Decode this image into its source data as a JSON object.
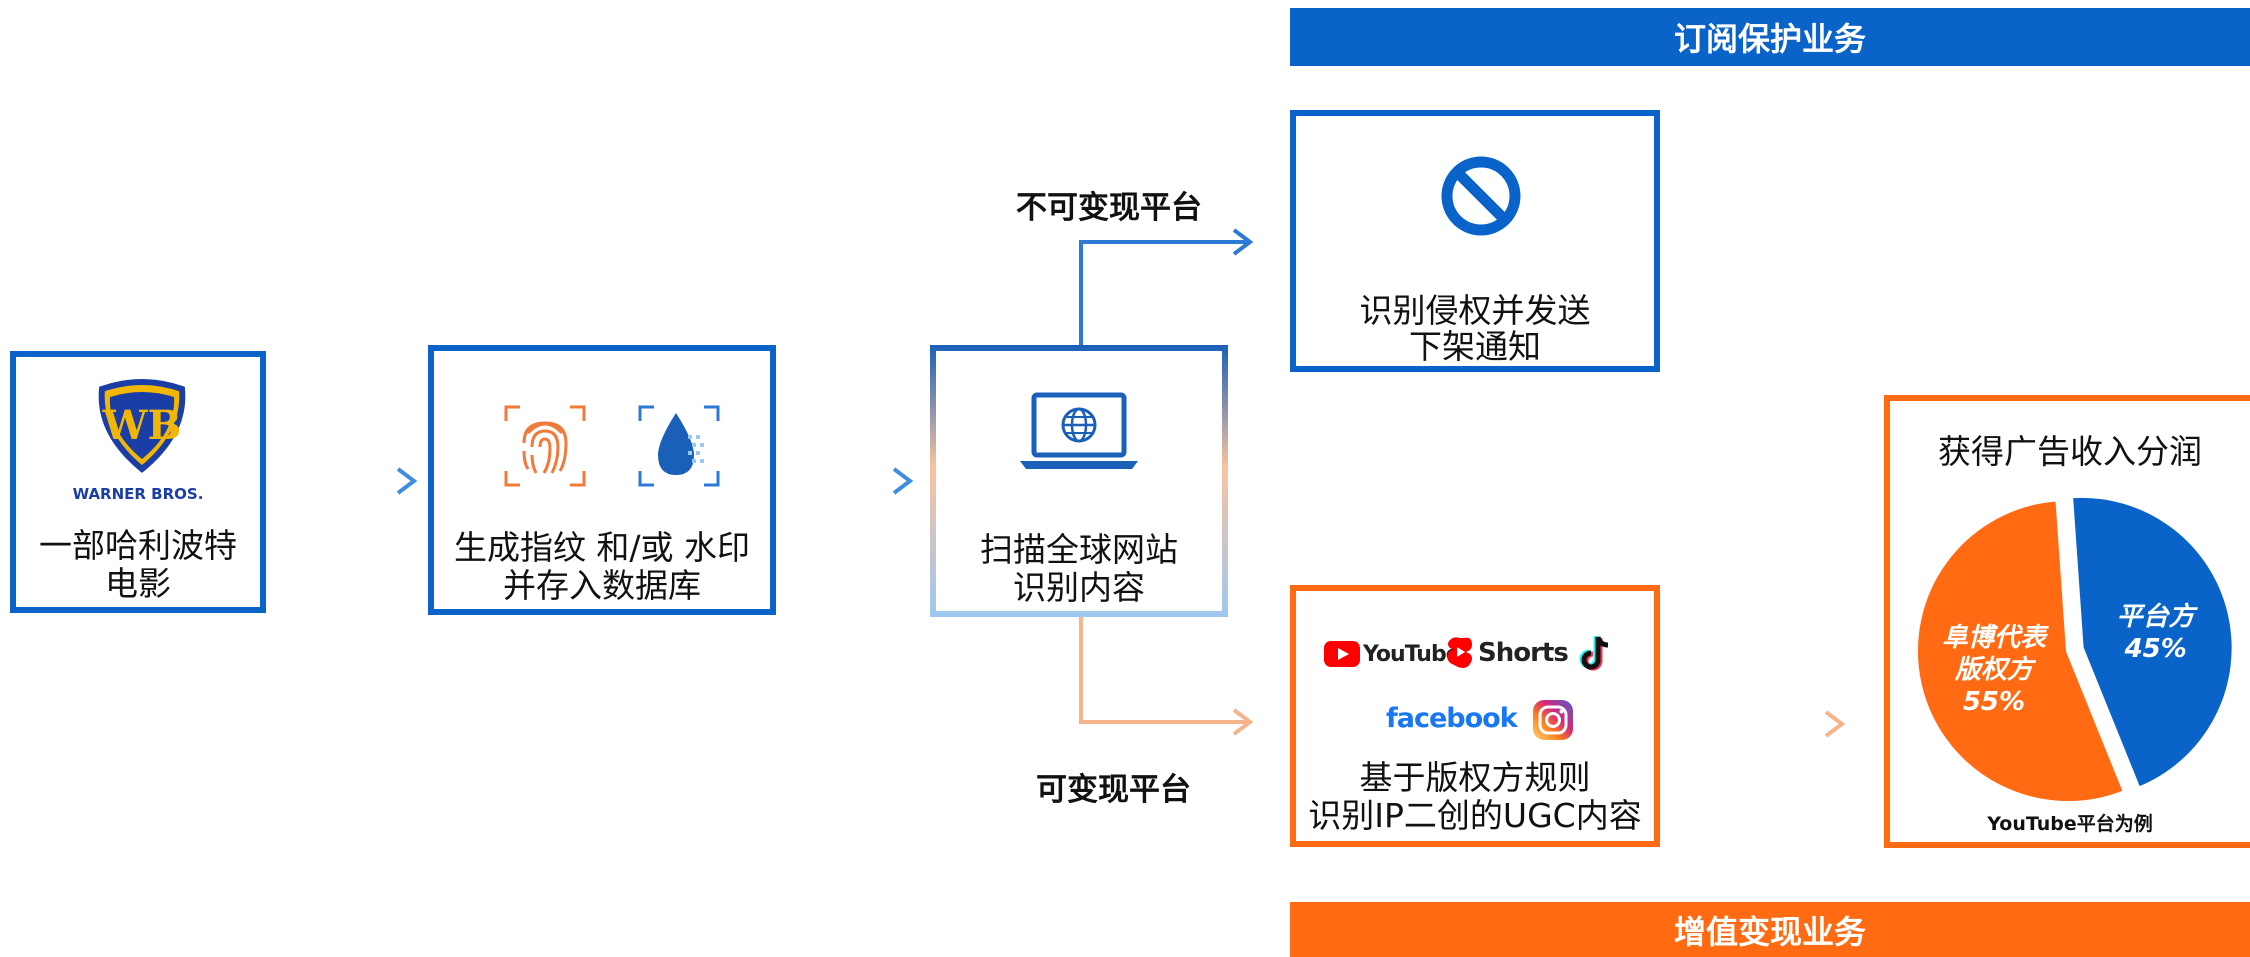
{
  "banners": {
    "top": "订阅保护业务",
    "bottom": "增值变现业务"
  },
  "source": {
    "logo_icon": "warner-bros-shield-icon",
    "logo_text": "WARNER BROS.",
    "line1": "一部哈利波特",
    "line2": "电影"
  },
  "step2": {
    "icons": [
      "fingerprint-icon",
      "watermark-drop-icon"
    ],
    "line1": "生成指纹 和/或 水印",
    "line2": "并存入数据库"
  },
  "step3": {
    "icon": "laptop-globe-icon",
    "line1": "扫描全球网站",
    "line2": "识别内容"
  },
  "branches": {
    "non_monetizable": "不可变现平台",
    "monetizable": "可变现平台"
  },
  "takedown": {
    "icon": "prohibited-icon",
    "line1": "识别侵权并发送",
    "line2": "下架通知"
  },
  "ugc": {
    "platforms": [
      "YouTube",
      "Shorts",
      "facebook"
    ],
    "platform_icons": [
      "youtube-icon",
      "shorts-icon",
      "tiktok-icon",
      "facebook-icon",
      "instagram-icon"
    ],
    "line1": "基于版权方规则",
    "line2": "识别IP二创的UGC内容"
  },
  "revenue": {
    "title": "获得广告收入分润",
    "footnote": "YouTube平台为例"
  },
  "chart_data": {
    "type": "pie",
    "title": "获得广告收入分润",
    "slices": [
      {
        "label_line1": "阜博代表",
        "label_line2": "版权方",
        "pct_label": "55%",
        "value": 55,
        "color": "#ff6a13"
      },
      {
        "label_line1": "平台方",
        "label_line2": "",
        "pct_label": "45%",
        "value": 45,
        "color": "#0a63c9"
      }
    ]
  },
  "colors": {
    "blue": "#0a63c9",
    "orange": "#ff6a13",
    "light_orange": "#f9c3a0",
    "light_blue": "#9cc8f0"
  }
}
